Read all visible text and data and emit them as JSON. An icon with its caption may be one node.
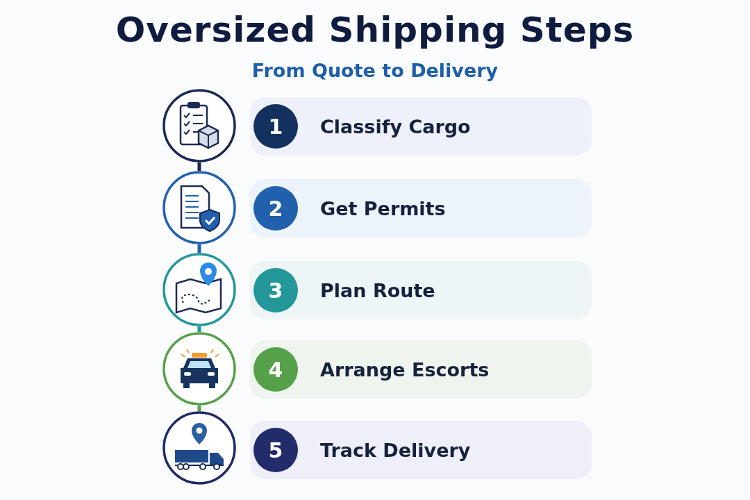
{
  "diagram": {
    "title": "Oversized Shipping Steps",
    "nodes": [
      {
        "text": [],
        "shape": "circle"
      },
      {
        "text": [],
        "shape": "circle"
      },
      {
        "text": [],
        "shape": "circle"
      },
      {
        "text": [],
        "shape": "circle"
      },
      {
        "text": [],
        "shape": "circle"
      },
      {
        "text": [
          "1",
          "Classify Cargo"
        ]
      },
      {
        "text": [
          "2",
          "Get Permits"
        ]
      },
      {
        "text": [
          "3",
          "Plan Route"
        ]
      },
      {
        "text": [
          "4",
          "Arrange Escorts"
        ]
      },
      {
        "text": [
          "5",
          "Track Delivery"
        ]
      }
    ],
    "edges": [
      {
        "from": 0,
        "to": 1,
        "arrow": "none",
        "color": "#1b2a55"
      },
      {
        "from": 1,
        "to": 2,
        "arrow": "none",
        "color": "#2160ad"
      },
      {
        "from": 2,
        "to": 3,
        "arrow": "none",
        "color": "#23979a"
      },
      {
        "from": 3,
        "to": 4,
        "arrow": "none",
        "color": "#56a04a"
      }
    ],
    "labels": [
      "From Quote to Delivery"
    ]
  }
}
